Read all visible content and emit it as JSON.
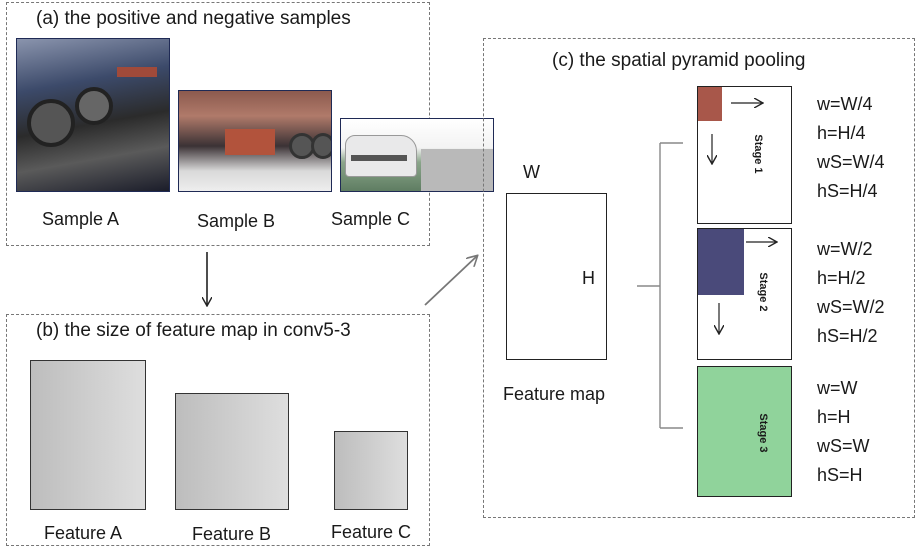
{
  "panel_a": {
    "title": "(a) the positive and negative samples",
    "samples": [
      "Sample A",
      "Sample B",
      "Sample C"
    ]
  },
  "panel_b": {
    "title": "(b) the size of feature map in conv5-3",
    "features": [
      "Feature A",
      "Feature B",
      "Feature C"
    ]
  },
  "panel_c": {
    "title": "(c) the spatial pyramid pooling",
    "feature_map": {
      "label": "Feature map",
      "width_symbol": "W",
      "height_symbol": "H"
    },
    "stages": [
      {
        "name": "Stage 1",
        "color": "#a8574a",
        "params": [
          "w=W/4",
          "h=H/4",
          "wS=W/4",
          "hS=H/4"
        ]
      },
      {
        "name": "Stage 2",
        "color": "#4a4a7a",
        "params": [
          "w=W/2",
          "h=H/2",
          "wS=W/2",
          "hS=H/2"
        ]
      },
      {
        "name": "Stage 3",
        "color": "#90d39b",
        "params": [
          "w=W",
          "h=H",
          "wS=W",
          "hS=H"
        ]
      }
    ]
  }
}
